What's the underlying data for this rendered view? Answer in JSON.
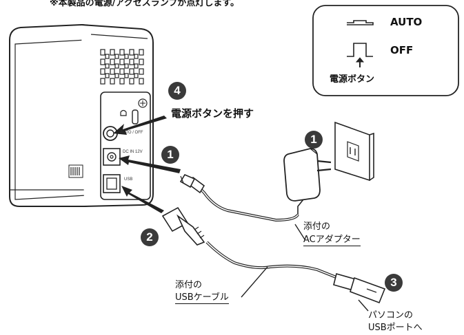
{
  "top_note": "※本製品の電源/アクセスランプが点灯します。",
  "inset": {
    "auto_label": "AUTO",
    "off_label": "OFF",
    "button_label": "電源ボタン"
  },
  "steps": {
    "step1_ac": "1",
    "step1_dc": "1",
    "step2": "2",
    "step3": "3",
    "step4": "4"
  },
  "press_button": "電源ボタンを押す",
  "device_labels": {
    "auto_off": "AUTO / OFF",
    "dc_in": "DC IN 12V",
    "usb": "USB"
  },
  "adapter_label": {
    "line1": "添付の",
    "line2": "ACアダプター"
  },
  "cable_label": {
    "line1": "添付の",
    "line2": "USBケーブル"
  },
  "pc_port_label": {
    "line1": "パソコンの",
    "line2": "USBポートへ"
  }
}
